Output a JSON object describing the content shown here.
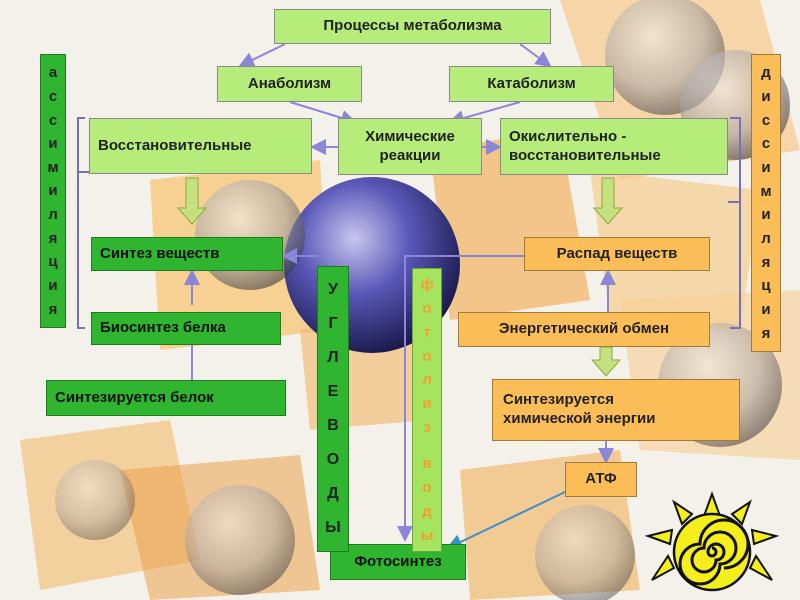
{
  "boxes": {
    "metabolism": "Процессы метаболизма",
    "anabolism": "Анаболизм",
    "catabolism": "Катаболизм",
    "reductive": "Восстановительные",
    "chemical_reactions": "Химические\nреакции",
    "redox": "Окислительно -\nвосстановительные",
    "synthesis": "Синтез веществ",
    "decay": "Распад веществ",
    "protein_biosynthesis": "Биосинтез белка",
    "energy_exchange": "Энергетический обмен",
    "protein_synthesized": "Синтезируется белок",
    "chem_energy": "Синтезируется\nхимической энергии",
    "atp": "АТФ",
    "photosynthesis": "Фотосинтез"
  },
  "vertical": {
    "assimilation": "ассимиляция",
    "dissimilation": "диссимиляция",
    "carbohydrates": "УГЛЕВОДЫ",
    "photolysis": "фотолиз воды"
  },
  "colors": {
    "light_green": "#b5ec7a",
    "dark_green": "#2fb52f",
    "orange": "#fbbd58",
    "arrow_purple": "#8a86d8",
    "bracket_purple": "#7770b8"
  },
  "icons": {
    "sun": "sun-icon"
  }
}
